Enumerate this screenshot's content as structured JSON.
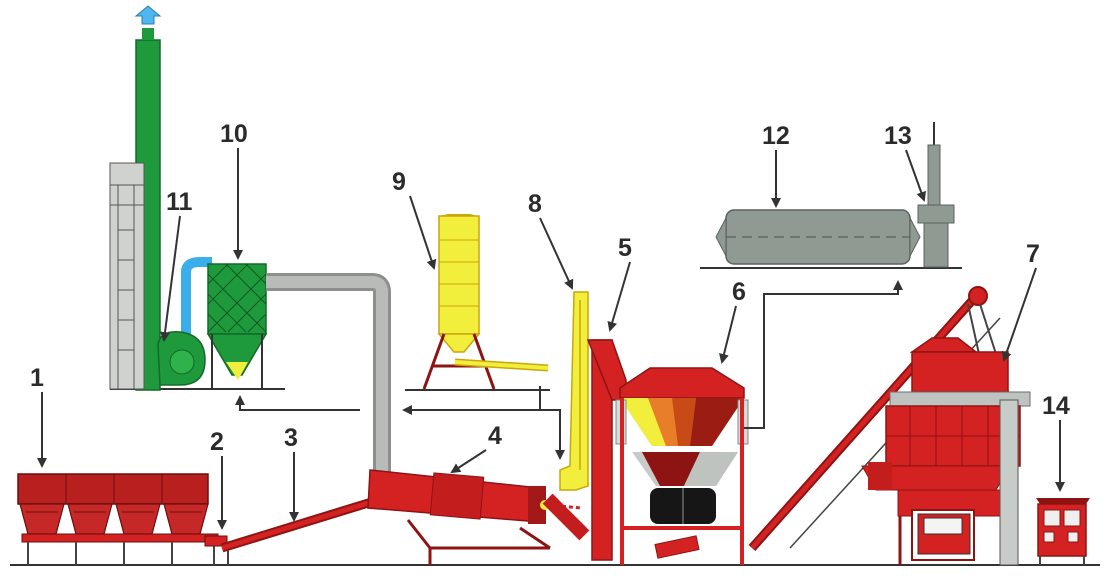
{
  "labels": [
    "1",
    "2",
    "3",
    "4",
    "5",
    "6",
    "7",
    "8",
    "9",
    "10",
    "11",
    "12",
    "13",
    "14"
  ],
  "colors": {
    "red": "#d42121",
    "dark_red": "#8e1414",
    "green": "#1e9a3c",
    "dark_green": "#126a28",
    "yellow": "#f2ee3c",
    "dark_yellow": "#c9a70a",
    "gray_duct": "#a8aaa7",
    "drum_gray": "#8f9a92",
    "blue_duct": "#3aaeeb",
    "chimney_tip": "#4fb6f0",
    "hopper_black": "#161616",
    "label_text": "#2b2b2b"
  },
  "icons": [
    "chimney-arrow-icon"
  ]
}
